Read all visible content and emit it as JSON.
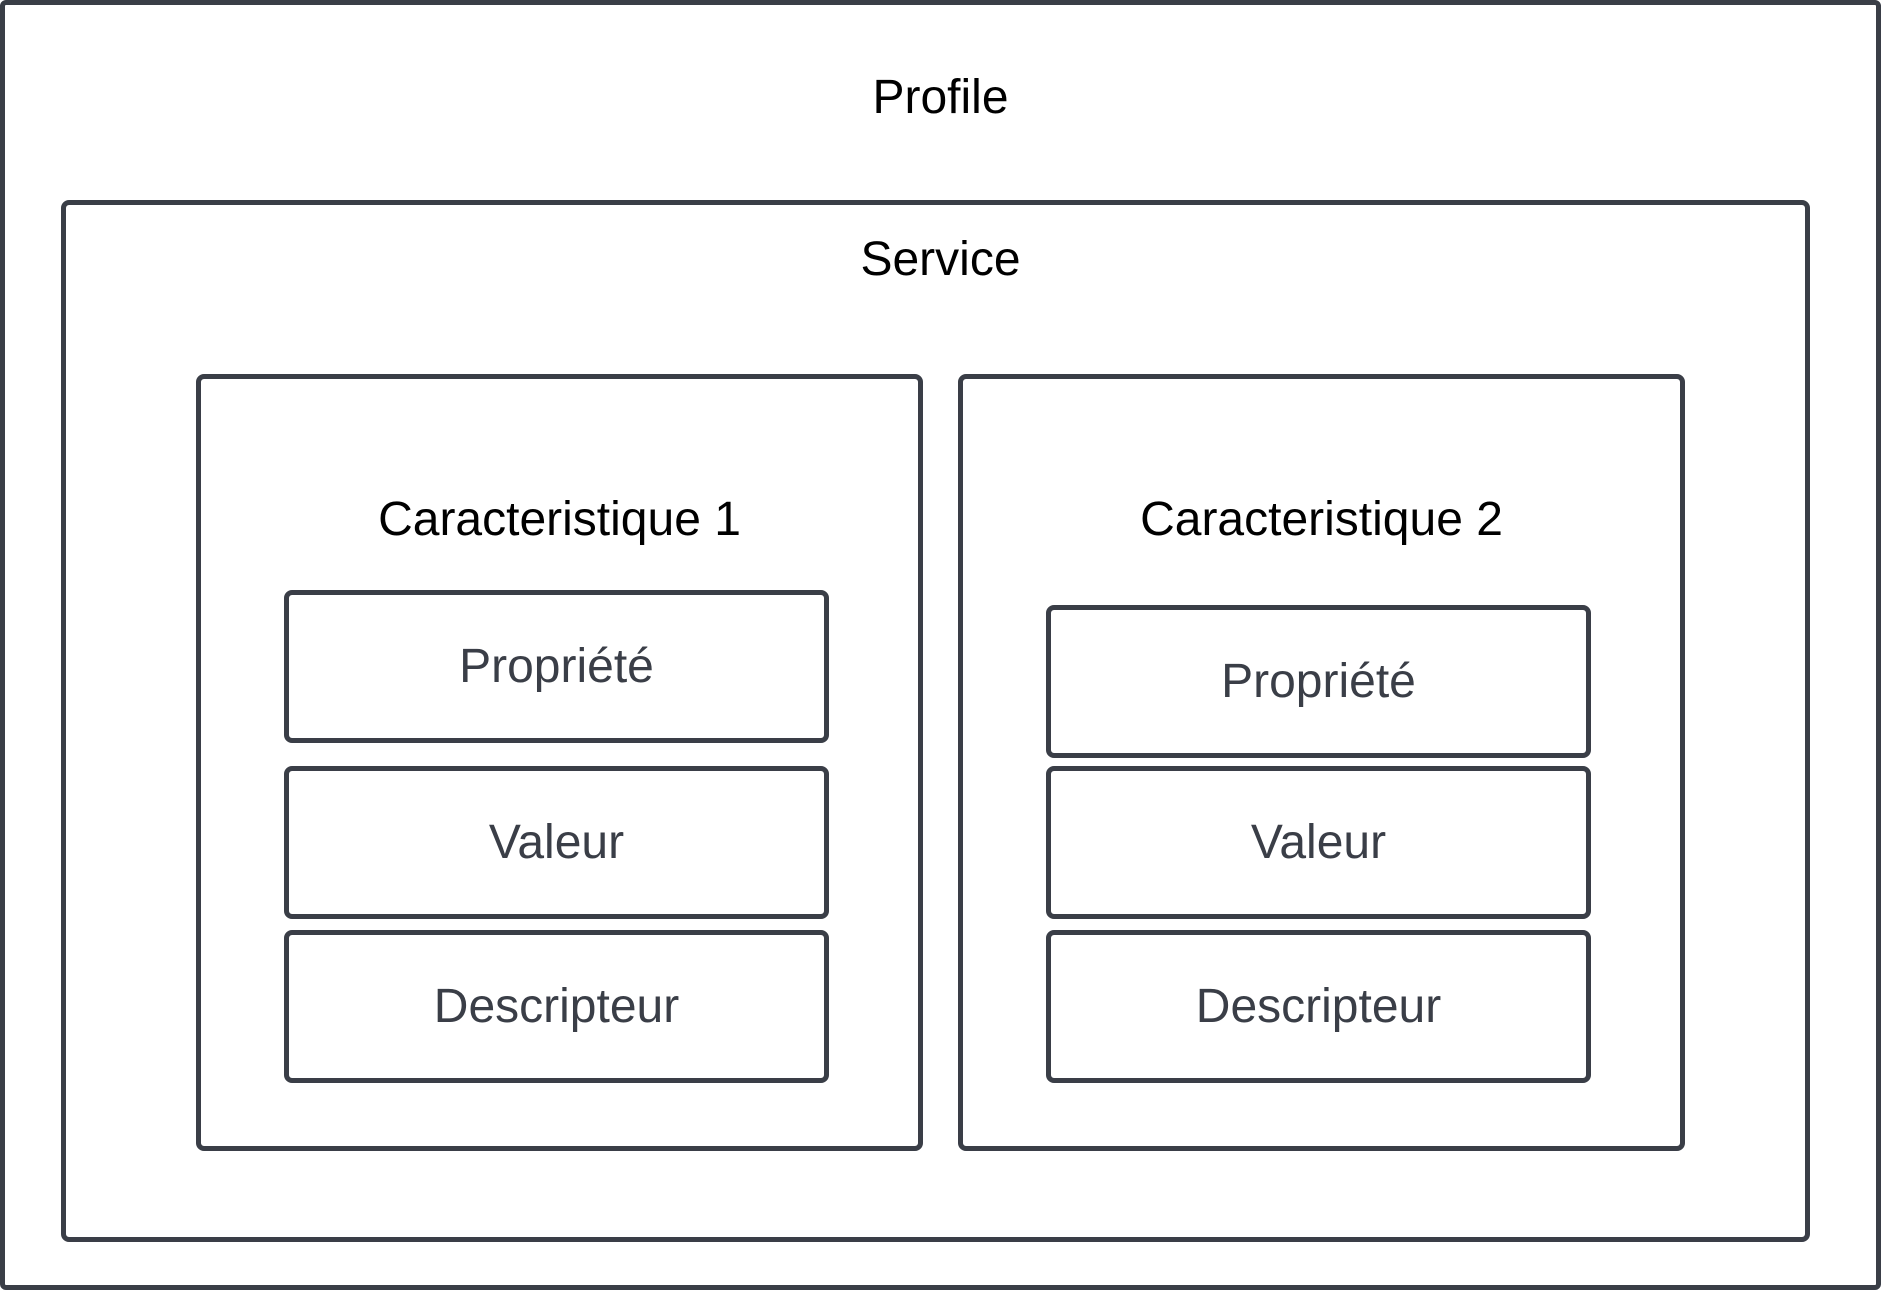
{
  "profile": {
    "title": "Profile"
  },
  "service": {
    "title": "Service"
  },
  "characteristics": [
    {
      "title": "Caracteristique 1",
      "items": [
        "Propriété",
        "Valeur",
        "Descripteur"
      ]
    },
    {
      "title": "Caracteristique 2",
      "items": [
        "Propriété",
        "Valeur",
        "Descripteur"
      ]
    }
  ],
  "colors": {
    "border": "#3a3e47",
    "title_text": "#000000",
    "item_text": "#3a3e47",
    "background": "#ffffff"
  }
}
